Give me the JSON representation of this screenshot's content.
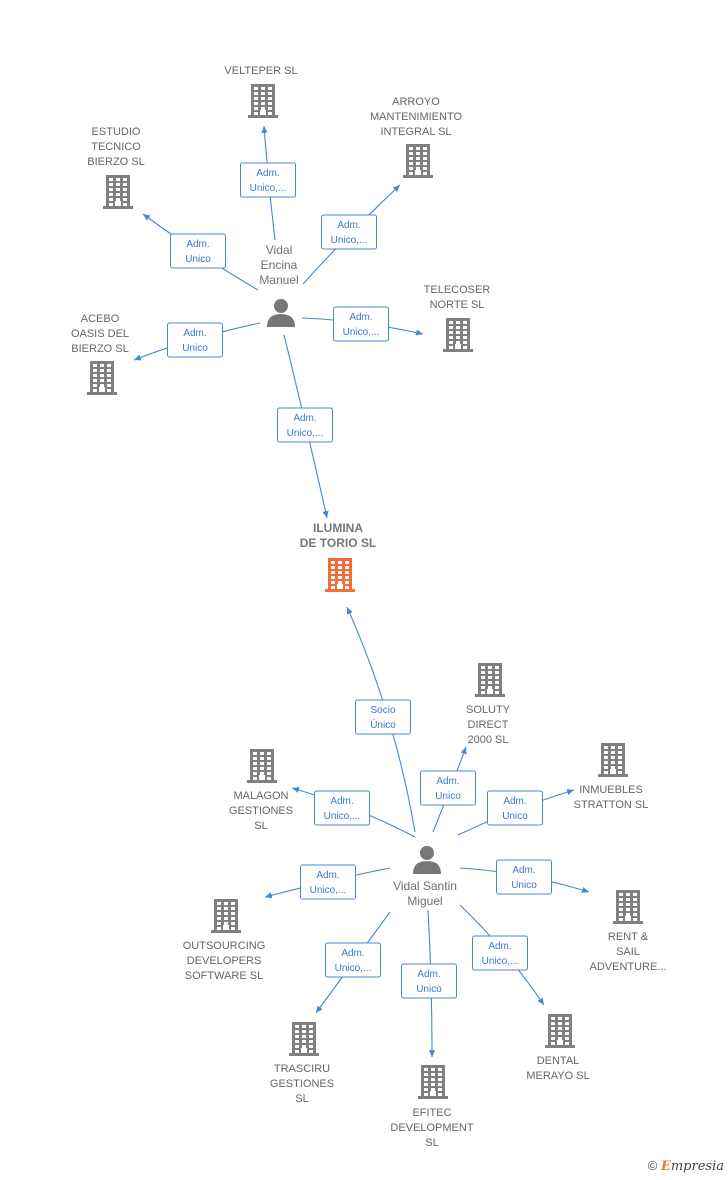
{
  "colors": {
    "company": "#808080",
    "focus": "#f26b3a",
    "person": "#777777",
    "edge": "#4a86d4"
  },
  "nodes": [
    {
      "id": "velteper",
      "kind": "company",
      "lines": [
        "VELTEPER  SL"
      ]
    },
    {
      "id": "arroyo",
      "kind": "company",
      "lines": [
        "ARROYO",
        "MANTENIMIENTO",
        "INTEGRAL  SL"
      ]
    },
    {
      "id": "estudio",
      "kind": "company",
      "lines": [
        "ESTUDIO",
        "TECNICO",
        "BIERZO SL"
      ]
    },
    {
      "id": "telecoser",
      "kind": "company",
      "lines": [
        "TELECOSER",
        "NORTE SL"
      ]
    },
    {
      "id": "acebo",
      "kind": "company",
      "lines": [
        "ACEBO",
        "OASIS DEL",
        "BIERZO  SL"
      ]
    },
    {
      "id": "vidal_encina",
      "kind": "person",
      "lines": [
        "Vidal",
        "Encina",
        "Manuel"
      ]
    },
    {
      "id": "ilumina",
      "kind": "focus",
      "lines": [
        "ILUMINA",
        "DE TORIO  SL"
      ]
    },
    {
      "id": "soluty",
      "kind": "company",
      "lines": [
        "SOLUTY",
        "DIRECT",
        "2000  SL"
      ]
    },
    {
      "id": "malagon",
      "kind": "company",
      "lines": [
        "MALAGON",
        "GESTIONES",
        "SL"
      ]
    },
    {
      "id": "inmuebles",
      "kind": "company",
      "lines": [
        "INMUEBLES",
        "STRATTON  SL"
      ]
    },
    {
      "id": "vidal_santin",
      "kind": "person",
      "lines": [
        "Vidal Santin",
        "Miguel"
      ]
    },
    {
      "id": "outsourcing",
      "kind": "company",
      "lines": [
        "OUTSOURCING",
        "DEVELOPERS",
        "SOFTWARE  SL"
      ]
    },
    {
      "id": "rent_sail",
      "kind": "company",
      "lines": [
        "RENT &",
        "SAIL",
        "ADVENTURE..."
      ]
    },
    {
      "id": "trasciru",
      "kind": "company",
      "lines": [
        "TRASCIRU",
        "GESTIONES",
        "SL"
      ]
    },
    {
      "id": "dental",
      "kind": "company",
      "lines": [
        "DENTAL",
        "MERAYO  SL"
      ]
    },
    {
      "id": "efitec",
      "kind": "company",
      "lines": [
        "EFITEC",
        "DEVELOPMENT",
        "SL"
      ]
    }
  ],
  "edges": [
    {
      "from": "vidal_encina",
      "to": "velteper",
      "label": [
        "Adm.",
        "Unico,..."
      ]
    },
    {
      "from": "vidal_encina",
      "to": "arroyo",
      "label": [
        "Adm.",
        "Unico,..."
      ]
    },
    {
      "from": "vidal_encina",
      "to": "estudio",
      "label": [
        "Adm.",
        "Unico"
      ]
    },
    {
      "from": "vidal_encina",
      "to": "telecoser",
      "label": [
        "Adm.",
        "Unico,..."
      ]
    },
    {
      "from": "vidal_encina",
      "to": "acebo",
      "label": [
        "Adm.",
        "Unico"
      ]
    },
    {
      "from": "vidal_encina",
      "to": "ilumina",
      "label": [
        "Adm.",
        "Unico,..."
      ]
    },
    {
      "from": "vidal_santin",
      "to": "ilumina",
      "label": [
        "Socio",
        "Único"
      ]
    },
    {
      "from": "vidal_santin",
      "to": "soluty",
      "label": [
        "Adm.",
        "Unico"
      ]
    },
    {
      "from": "vidal_santin",
      "to": "malagon",
      "label": [
        "Adm.",
        "Unico,..."
      ]
    },
    {
      "from": "vidal_santin",
      "to": "inmuebles",
      "label": [
        "Adm.",
        "Unico"
      ]
    },
    {
      "from": "vidal_santin",
      "to": "outsourcing",
      "label": [
        "Adm.",
        "Unico,..."
      ]
    },
    {
      "from": "vidal_santin",
      "to": "rent_sail",
      "label": [
        "Adm.",
        "Unico"
      ]
    },
    {
      "from": "vidal_santin",
      "to": "trasciru",
      "label": [
        "Adm.",
        "Unico,..."
      ]
    },
    {
      "from": "vidal_santin",
      "to": "dental",
      "label": [
        "Adm.",
        "Unico,..."
      ]
    },
    {
      "from": "vidal_santin",
      "to": "efitec",
      "label": [
        "Adm.",
        "Unico"
      ]
    }
  ],
  "footer": {
    "copyright": "©",
    "brand_initial": "E",
    "brand_rest": "mpresia"
  }
}
